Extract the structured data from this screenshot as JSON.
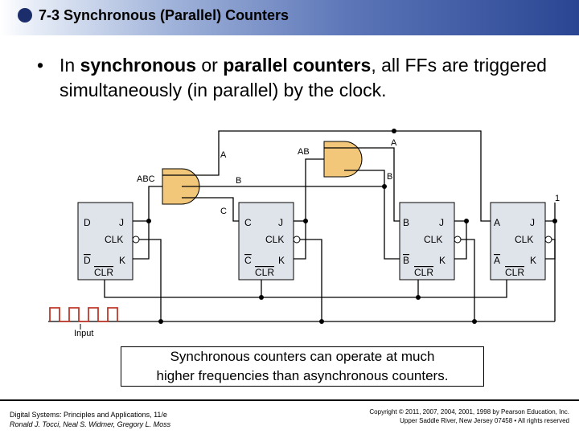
{
  "slide": {
    "title": "7-3 Synchronous (Parallel) Counters",
    "bullet": {
      "marker": "•",
      "t1": "In ",
      "b1": "synchronous",
      "t2": " or ",
      "b2": "parallel counters",
      "t3": ", all FFs are triggered simultaneously (in parallel) by the clock."
    }
  },
  "diagram": {
    "gate_labels": {
      "abc": "ABC",
      "ab": "AB",
      "in_a": "A",
      "in_b": "B",
      "in_c": "C",
      "top_a": "A",
      "b_mid": "B",
      "c_mid": "C",
      "one": "1"
    },
    "flipflops": [
      {
        "q": "D",
        "qbar": "D",
        "j": "J",
        "k": "K",
        "clk": "CLK",
        "clr": "CLR"
      },
      {
        "q": "C",
        "qbar": "C",
        "j": "J",
        "k": "K",
        "clk": "CLK",
        "clr": "CLR"
      },
      {
        "q": "B",
        "qbar": "B",
        "j": "J",
        "k": "K",
        "clk": "CLK",
        "clr": "CLR"
      },
      {
        "q": "A",
        "qbar": "A",
        "j": "J",
        "k": "K",
        "clk": "CLK",
        "clr": "CLR"
      }
    ],
    "input_label": "Input"
  },
  "caption": {
    "line1": "Synchronous counters can operate at much",
    "line2": "higher frequencies than asynchronous counters."
  },
  "footer": {
    "left1": "Digital Systems: Principles and Applications, 11/e",
    "left2": "Ronald J. Tocci, Neal S. Widmer, Gregory L. Moss",
    "right1": "Copyright © 2011, 2007, 2004, 2001, 1998 by Pearson Education, Inc.",
    "right2": "Upper Saddle River, New Jersey 07458 • All rights reserved"
  },
  "colors": {
    "header_dark": "#2a4693",
    "bullet_dot": "#1c2d6b",
    "gate_fill": "#f2c77a",
    "ff_fill": "#dfe3ea",
    "wire": "#000000"
  }
}
